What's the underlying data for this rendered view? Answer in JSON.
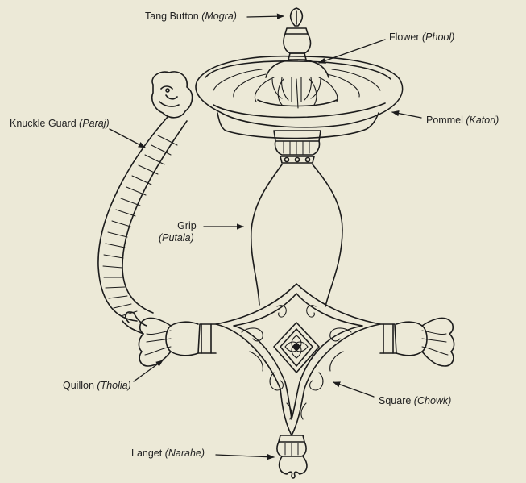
{
  "labels": {
    "tang_button": {
      "name": "Tang Button",
      "term": "(Mogra)"
    },
    "flower": {
      "name": "Flower",
      "term": "(Phool)"
    },
    "knuckle_guard": {
      "name": "Knuckle Guard",
      "term": "(Paraj)"
    },
    "pommel": {
      "name": "Pommel",
      "term": "(Katori)"
    },
    "grip": {
      "name": "Grip",
      "term": "(Putala)"
    },
    "quillon": {
      "name": "Quillon",
      "term": "(Tholia)"
    },
    "square": {
      "name": "Square",
      "term": "(Chowk)"
    },
    "langet": {
      "name": "Langet",
      "term": "(Narahe)"
    }
  },
  "colors": {
    "background": "#ece9d7",
    "ink": "#1c1c1c"
  }
}
